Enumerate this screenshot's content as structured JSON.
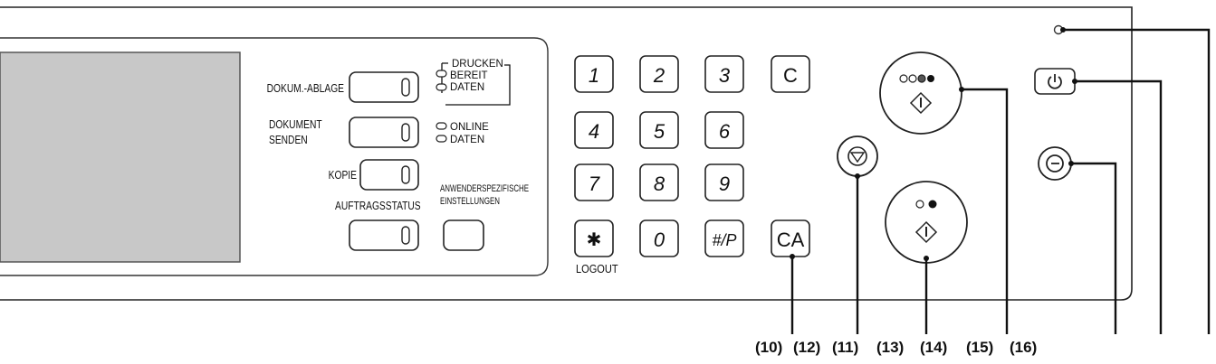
{
  "panel": {
    "left_buttons": [
      {
        "name": "dokum-ablage",
        "lines": [
          "DOKUM.-ABLAGE"
        ]
      },
      {
        "name": "dokument-senden",
        "lines": [
          "DOKUMENT",
          "SENDEN"
        ]
      },
      {
        "name": "kopie",
        "lines": [
          "KOPIE"
        ]
      },
      {
        "name": "auftragsstatus",
        "lines": [
          "AUFTRAGSSTATUS"
        ]
      },
      {
        "name": "anwenderspezifische",
        "lines": [
          "ANWENDERSPEZIFISCHE",
          "EINSTELLUNGEN"
        ]
      }
    ],
    "indicators_top": [
      "DRUCKEN",
      "BEREIT",
      "DATEN"
    ],
    "indicators_mid": [
      "ONLINE",
      "DATEN"
    ],
    "keypad": [
      "1",
      "2",
      "3",
      "C",
      "4",
      "5",
      "6",
      "7",
      "8",
      "9",
      "✱",
      "0",
      "#/P",
      "CA"
    ],
    "logout_label": "LOGOUT",
    "callouts": [
      "(10)",
      "(12)",
      "(11)",
      "(13)",
      "(14)",
      "(15)",
      "(16)"
    ]
  }
}
